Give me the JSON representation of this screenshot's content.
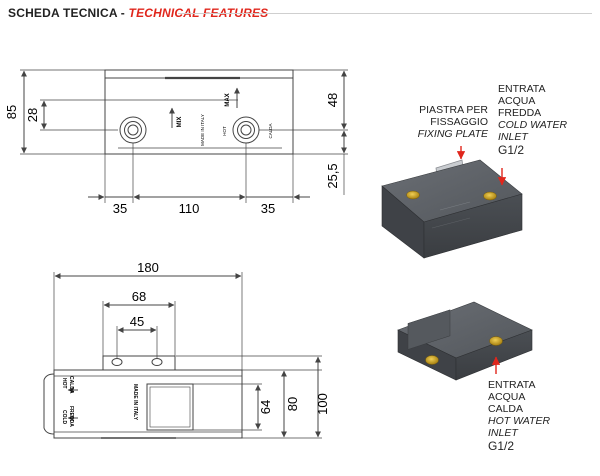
{
  "header": {
    "title": "SCHEDA TECNICA",
    "separator": "-",
    "subtitle": "TECHNICAL FEATURES"
  },
  "front_view": {
    "dim_height_total": "85",
    "dim_height_left": "28",
    "dim_height_right": "48",
    "dim_bottom_right": "25,5",
    "dim_left_offset": "35",
    "dim_center": "110",
    "dim_right_offset": "35",
    "label_mix": "MIX",
    "label_max": "MAX",
    "label_made_in_italy": "MADE IN ITALY",
    "label_hot": "HOT",
    "label_calda": "CALDA"
  },
  "top_view": {
    "dim_length": "180",
    "dim_plate_outer": "68",
    "dim_plate_inner": "45",
    "dim_depth_inner": "64",
    "dim_depth_mid": "80",
    "dim_depth_outer": "100",
    "label_hot": "HOT",
    "label_calda": "CALDA",
    "label_cold": "COLD",
    "label_fredda": "FREDDA",
    "label_made_in_italy": "MADE IN ITALY"
  },
  "callouts": {
    "fixing_plate": {
      "line1": "PIASTRA PER",
      "line2": "FISSAGGIO",
      "line3": "FIXING PLATE"
    },
    "cold_inlet": {
      "line1": "ENTRATA",
      "line2": "ACQUA",
      "line3": "FREDDA",
      "line4": "COLD WATER",
      "line5": "INLET",
      "line6": "G1/2"
    },
    "hot_inlet": {
      "line1": "ENTRATA",
      "line2": "ACQUA",
      "line3": "CALDA",
      "line4": "HOT WATER",
      "line5": "INLET",
      "line6": "G1/2"
    }
  },
  "colors": {
    "accent": "#e0261c",
    "body_dark": "#4e5156",
    "brass": "#c9a21e"
  }
}
